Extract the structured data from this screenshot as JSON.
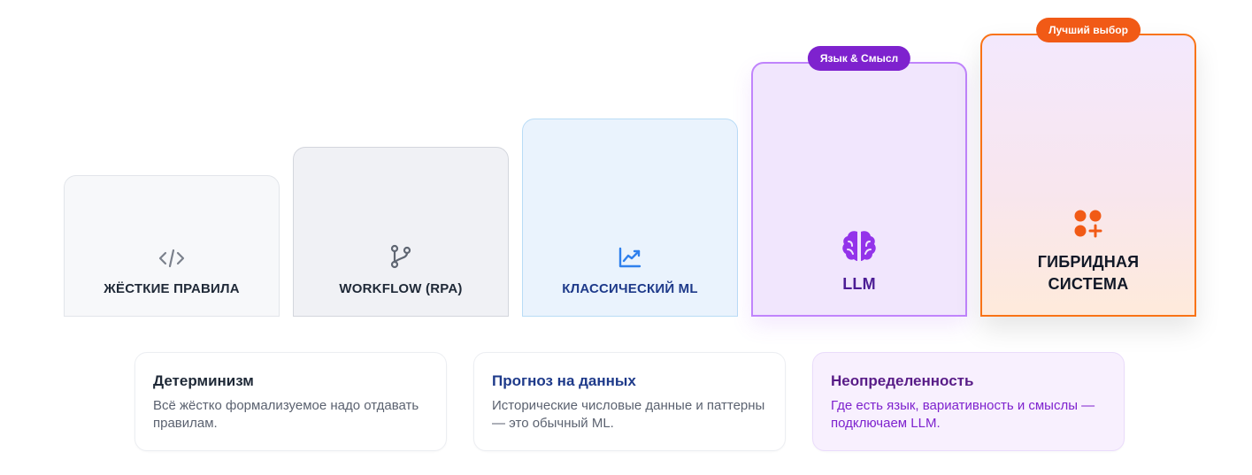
{
  "cards": [
    {
      "label": "ЖЁСТКИЕ ПРАВИЛА",
      "icon": "code-icon"
    },
    {
      "label": "WORKFLOW (RPA)",
      "icon": "git-branch-icon"
    },
    {
      "label": "КЛАССИЧЕСКИЙ ML",
      "icon": "trending-up-icon"
    },
    {
      "label": "LLM",
      "icon": "brain-icon",
      "badge": "Язык & Смысл"
    },
    {
      "label": "ГИБРИДНАЯ СИСТЕМА",
      "icon": "dots-plus-icon",
      "badge": "Лучший выбор"
    }
  ],
  "info": [
    {
      "title": "Детерминизм",
      "text": "Всё жёстко формализуемое надо отдавать правилам."
    },
    {
      "title": "Прогноз на данных",
      "text": "Исторические числовые данные и паттерны — это обычный ML."
    },
    {
      "title": "Неопределенность",
      "text": "Где есть язык, вариативность и смыслы — подключаем LLM."
    }
  ],
  "colors": {
    "gray_icon": "#6b7280",
    "blue": "#2f80ed",
    "purple": "#9333ea",
    "orange": "#f15a16"
  }
}
